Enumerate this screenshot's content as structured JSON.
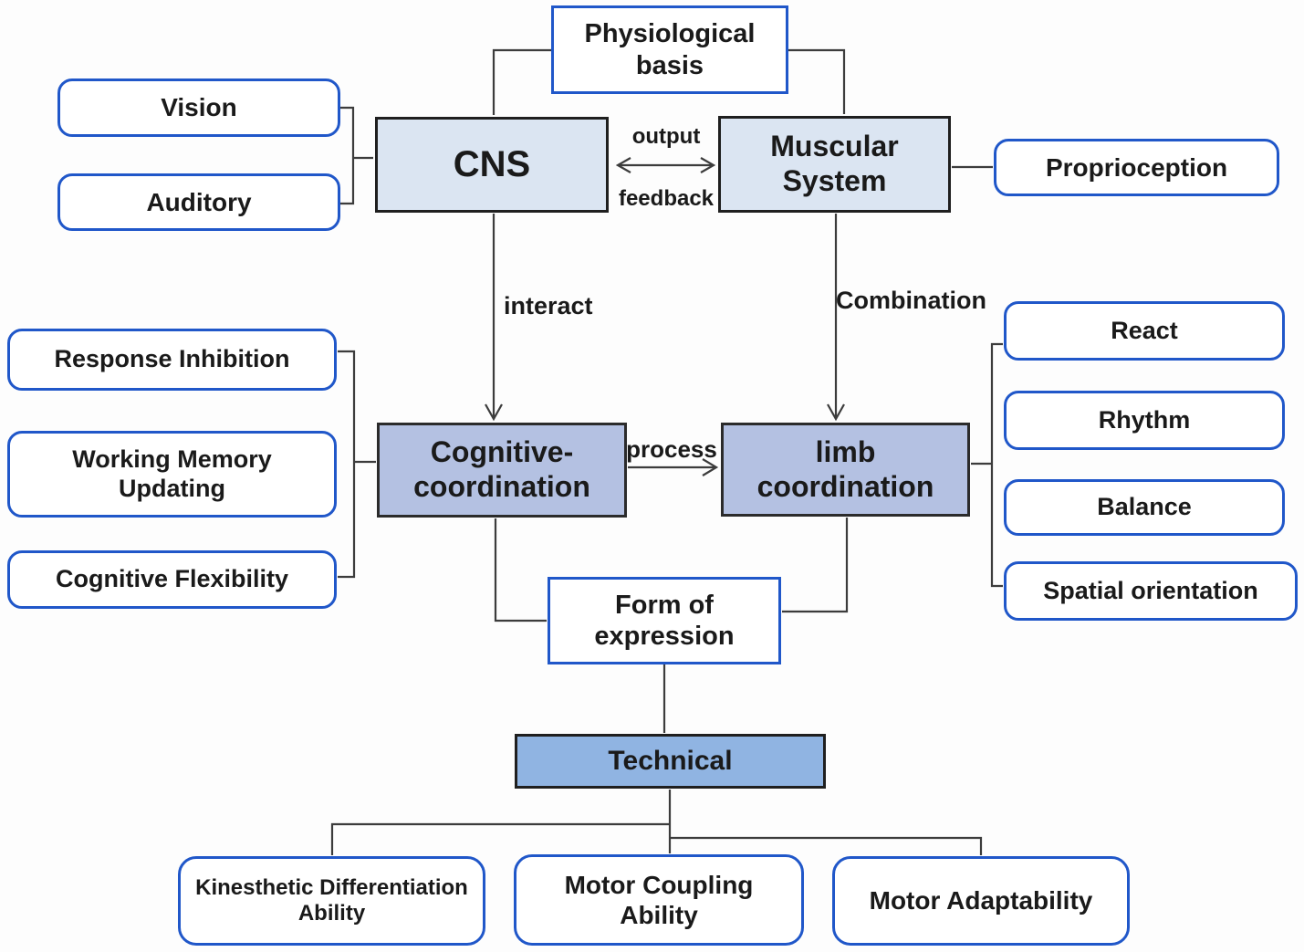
{
  "diagram": {
    "nodes": {
      "physiological_basis": {
        "label": "Physiological basis"
      },
      "cns": {
        "label": "CNS"
      },
      "muscular_system": {
        "label": "Muscular System"
      },
      "vision": {
        "label": "Vision"
      },
      "auditory": {
        "label": "Auditory"
      },
      "proprioception": {
        "label": "Proprioception"
      },
      "cognitive_coordination": {
        "label": "Cognitive-coordination"
      },
      "limb_coordination": {
        "label": "limb coordination"
      },
      "response_inhibition": {
        "label": "Response Inhibition"
      },
      "working_memory_updating": {
        "label": "Working Memory Updating"
      },
      "cognitive_flexibility": {
        "label": "Cognitive Flexibility"
      },
      "react": {
        "label": "React"
      },
      "rhythm": {
        "label": "Rhythm"
      },
      "balance": {
        "label": "Balance"
      },
      "spatial_orientation": {
        "label": "Spatial orientation"
      },
      "form_of_expression": {
        "label": "Form of expression"
      },
      "technical": {
        "label": "Technical"
      },
      "kinesthetic_differentiation_ability": {
        "label": "Kinesthetic Differentiation Ability"
      },
      "motor_coupling_ability": {
        "label": "Motor Coupling Ability"
      },
      "motor_adaptability": {
        "label": "Motor Adaptability"
      }
    },
    "edge_labels": {
      "output": "output",
      "feedback": "feedback",
      "interact": "interact",
      "combination": "Combination",
      "process": "process"
    },
    "colors": {
      "light_blue_fill": "#dbe5f2",
      "medium_blue_fill": "#b4c1e2",
      "strong_blue_fill": "#90b4e2",
      "blue_border": "#2057c9",
      "dark_border": "#1f1f1f",
      "connector_line": "#3c3c3c"
    }
  }
}
